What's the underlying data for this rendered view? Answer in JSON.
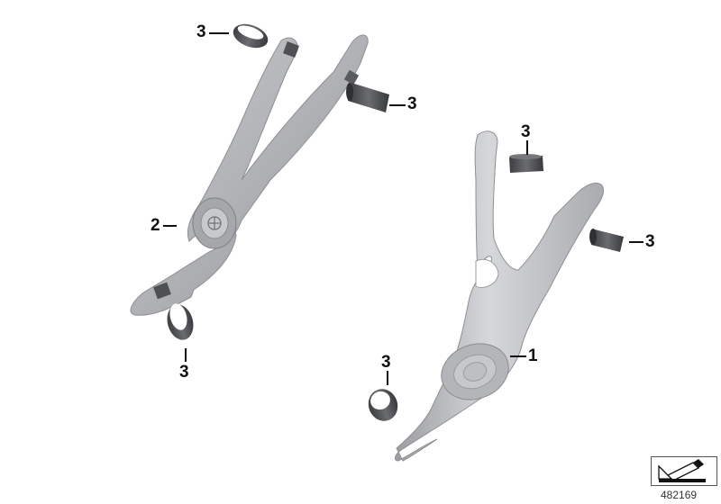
{
  "diagram": {
    "type": "exploded-parts-view",
    "parts": [
      {
        "callout": "1",
        "description": "right lever cover (Y-shaped)"
      },
      {
        "callout": "2",
        "description": "left lever cover (Y-shaped with emblem)"
      },
      {
        "callout": "3",
        "description": "clamp ring / sleeve",
        "count_shown": 6
      }
    ],
    "callouts": {
      "c1": "1",
      "c2": "2",
      "c3a": "3",
      "c3b": "3",
      "c3c": "3",
      "c3d": "3",
      "c3e": "3",
      "c3f": "3"
    },
    "reference_number": "482169",
    "colors": {
      "part_gray": "#b5b7bb",
      "part_light": "#dcdde0",
      "part_dark": "#8a8c90",
      "ring_dark": "#4a4b4e",
      "text": "#111111"
    }
  }
}
